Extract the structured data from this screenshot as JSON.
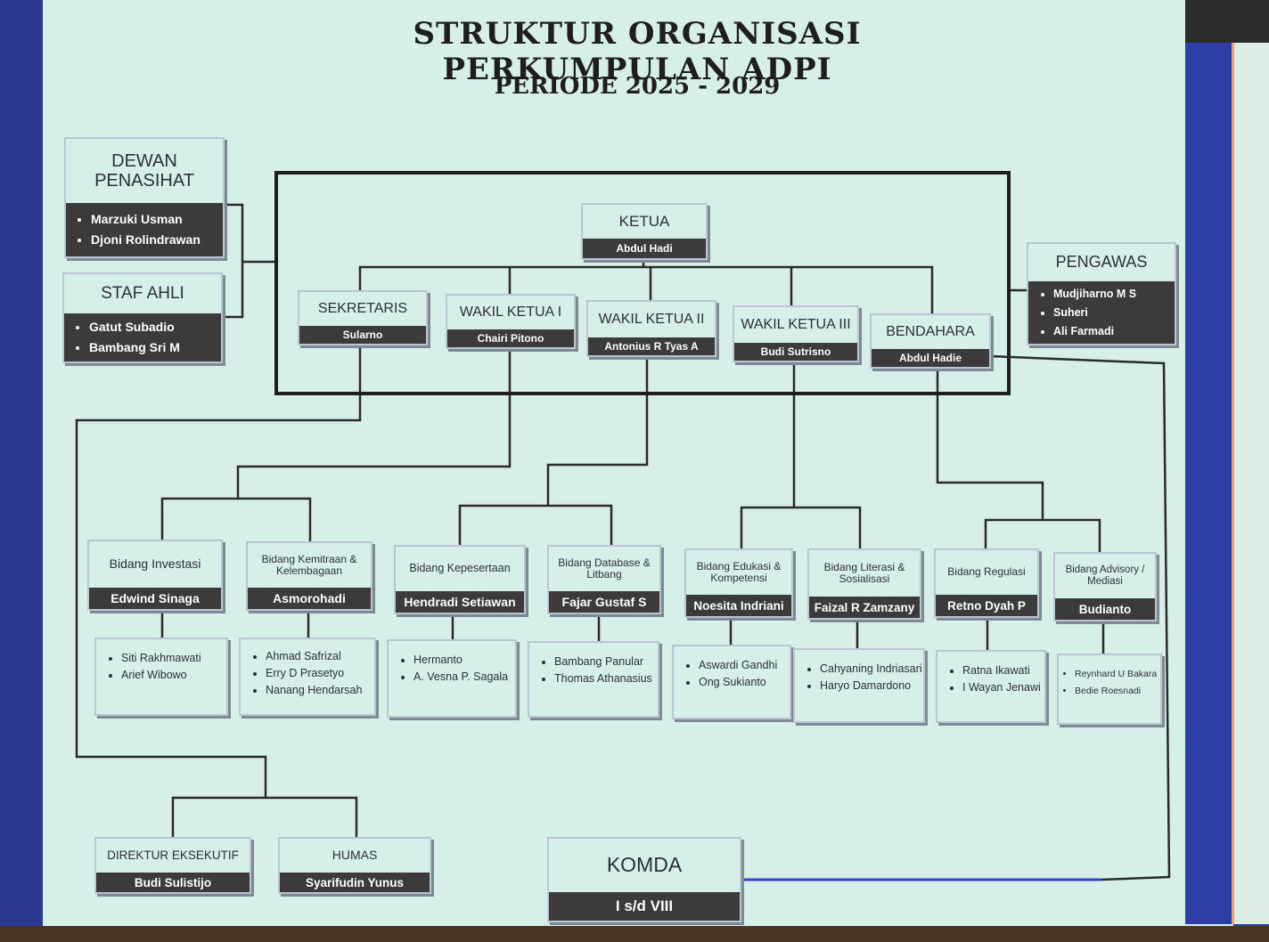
{
  "title": "STRUKTUR ORGANISASI PERKUMPULAN ADPI",
  "subtitle": "PERIODE 2025 - 2029",
  "dewan_penasihat": {
    "title": "DEWAN PENASIHAT",
    "members": [
      "Marzuki Usman",
      "Djoni Rolindrawan"
    ]
  },
  "staf_ahli": {
    "title": "STAF AHLI",
    "members": [
      "Gatut Subadio",
      "Bambang Sri M"
    ]
  },
  "pengawas": {
    "title": "PENGAWAS",
    "members": [
      "Mudjiharno M S",
      "Suheri",
      "Ali Farmadi"
    ]
  },
  "ketua": {
    "title": "KETUA",
    "name": "Abdul Hadi"
  },
  "pengurus": [
    {
      "title": "SEKRETARIS",
      "name": "Sularno"
    },
    {
      "title": "WAKIL KETUA I",
      "name": "Chairi Pitono"
    },
    {
      "title": "WAKIL KETUA II",
      "name": "Antonius R Tyas A"
    },
    {
      "title": "WAKIL KETUA III",
      "name": "Budi Sutrisno"
    },
    {
      "title": "BENDAHARA",
      "name": "Abdul Hadie"
    }
  ],
  "bidang": [
    {
      "title": "Bidang Investasi",
      "head": "Edwind Sinaga",
      "members": [
        "Siti Rakhmawati",
        "Arief Wibowo"
      ]
    },
    {
      "title": "Bidang Kemitraan & Kelembagaan",
      "head": "Asmorohadi",
      "members": [
        "Ahmad Safrizal",
        "Erry D Prasetyo",
        "Nanang Hendarsah"
      ]
    },
    {
      "title": "Bidang Kepesertaan",
      "head": "Hendradi Setiawan",
      "members": [
        "Hermanto",
        "A. Vesna P. Sagala"
      ]
    },
    {
      "title": "Bidang Database & Litbang",
      "head": "Fajar Gustaf S",
      "members": [
        "Bambang Panular",
        "Thomas Athanasius"
      ]
    },
    {
      "title": "Bidang Edukasi & Kompetensi",
      "head": "Noesita Indriani",
      "members": [
        "Aswardi Gandhi",
        "Ong Sukianto"
      ]
    },
    {
      "title": "Bidang Literasi & Sosialisasi",
      "head": "Faizal R Zamzany",
      "members": [
        "Cahyaning Indriasari",
        "Haryo Damardono"
      ]
    },
    {
      "title": "Bidang Regulasi",
      "head": "Retno Dyah P",
      "members": [
        "Ratna Ikawati",
        "I Wayan Jenawi"
      ]
    },
    {
      "title": "Bidang Advisory / Mediasi",
      "head": "Budianto",
      "members": [
        "Reynhard U Bakara",
        "Bedie Roesnadi"
      ]
    }
  ],
  "direktur_eksekutif": {
    "title": "DIREKTUR EKSEKUTIF",
    "name": "Budi Sulistijo"
  },
  "humas": {
    "title": "HUMAS",
    "name": "Syarifudin Yunus"
  },
  "komda": {
    "title": "KOMDA",
    "name": "I s/d VIII"
  },
  "colors": {
    "background": "#d6efe9",
    "name_bar": "#3c3a3a",
    "line": "#2a2a2a",
    "komda_link": "#3344cc"
  }
}
